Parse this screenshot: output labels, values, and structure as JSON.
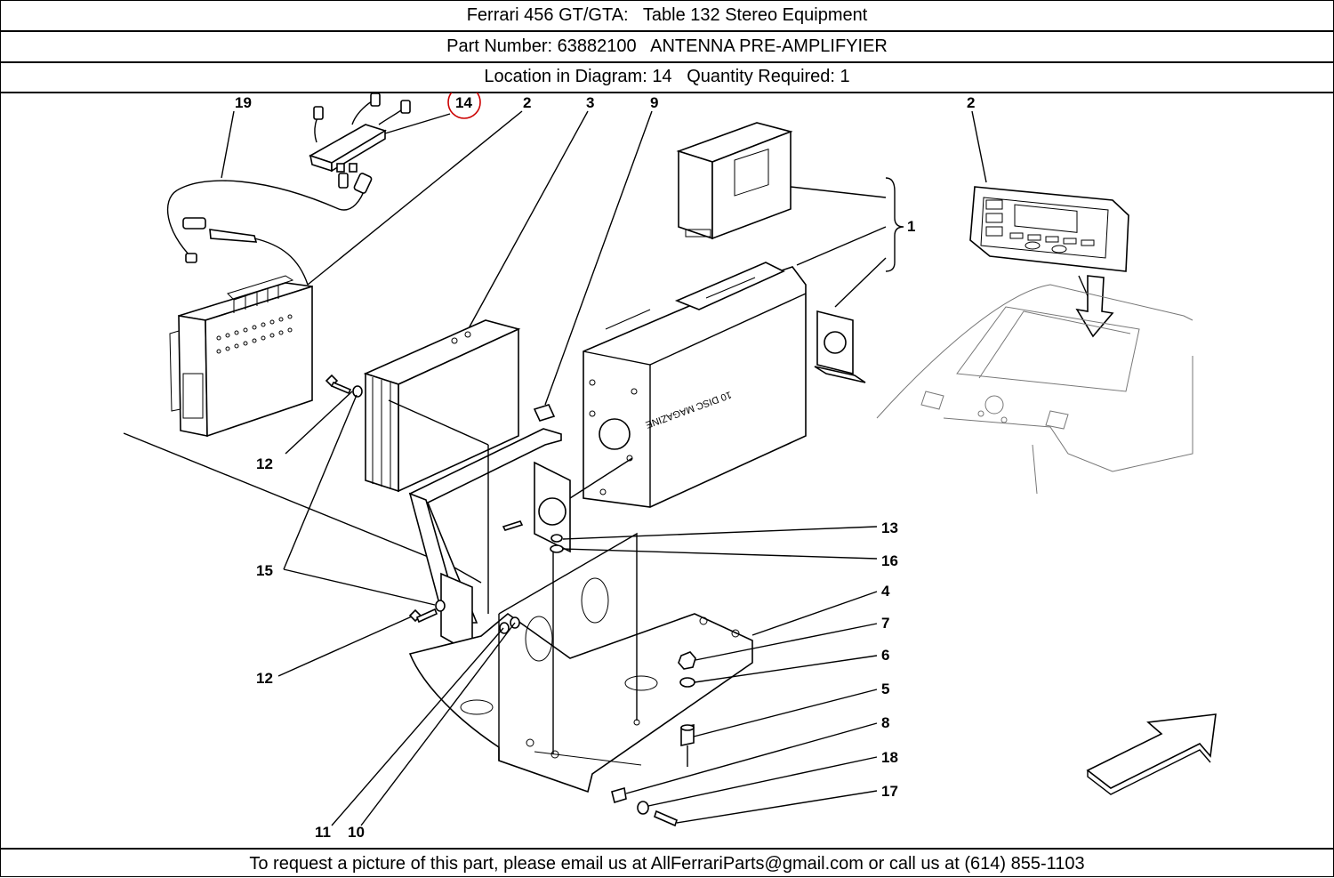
{
  "header": {
    "title": "Ferrari 456 GT/GTA:   Table 132 Stereo Equipment",
    "part": "Part Number: 63882100   ANTENNA PRE-AMPLIFYIER",
    "location": "Location in Diagram: 14   Quantity Required: 1"
  },
  "diagram": {
    "highlight_color": "#cc0000",
    "highlighted_label": "14",
    "labels": {
      "l19": "19",
      "l14": "14",
      "l2a": "2",
      "l3": "3",
      "l9": "9",
      "l2b": "2",
      "l1": "1",
      "l12a": "12",
      "l15": "15",
      "l12b": "12",
      "l13": "13",
      "l16": "16",
      "l4": "4",
      "l7": "7",
      "l6": "6",
      "l5": "5",
      "l8": "8",
      "l18": "18",
      "l17": "17",
      "l11": "11",
      "l10": "10"
    },
    "magazine_text": "10 DISC MAGAZINE"
  },
  "footer": {
    "text": "To request a picture of this part, please email us at AllFerrariParts@gmail.com or call us at (614) 855-1103"
  }
}
